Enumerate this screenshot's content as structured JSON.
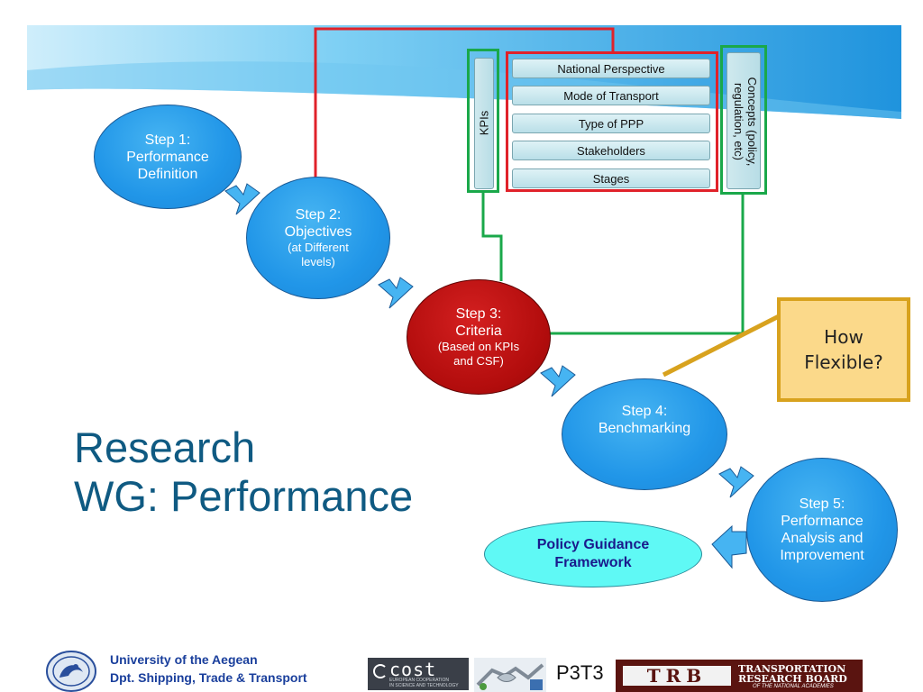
{
  "steps": [
    {
      "id": "step-1",
      "line1": "Step 1:",
      "line2": "Performance",
      "line3": "Definition"
    },
    {
      "id": "step-2",
      "line1": "Step 2:",
      "line2": "Objectives",
      "note1": "(at Different",
      "note2": "levels)"
    },
    {
      "id": "step-3",
      "line1": "Step 3:",
      "line2": "Criteria",
      "note1": "(Based on KPIs",
      "note2": "and CSF)"
    },
    {
      "id": "step-4",
      "line1": "Step 4:",
      "line2": "Benchmarking"
    },
    {
      "id": "step-5",
      "line1": "Step 5:",
      "line2": "Performance",
      "line3": "Analysis and",
      "line4": "Improvement"
    }
  ],
  "criteria_boxes": [
    "National Perspective",
    "Mode of Transport",
    "Type of PPP",
    "Stakeholders",
    "Stages"
  ],
  "kpis_label": "KPIs",
  "concepts_label": {
    "line1": "Concepts (policy,",
    "line2": "regulation, etc)"
  },
  "policy_framework": {
    "line1": "Policy Guidance",
    "line2": "Framework"
  },
  "title": {
    "line1": "Research",
    "line2": "WG: Performance"
  },
  "callout": {
    "line1": "How",
    "line2": "Flexible?"
  },
  "footer": {
    "university_line1": "University of the Aegean",
    "university_line2": "Dpt. Shipping, Trade & Transport",
    "cost_logo": "cost",
    "cost_sub1": "EUROPEAN COOPERATION",
    "cost_sub2": "IN SCIENCE AND TECHNOLOGY",
    "p3t3": "P3T3",
    "trb_mark": "TRB",
    "trb_line1": "TRANSPORTATION",
    "trb_line2": "RESEARCH BOARD",
    "trb_line3": "OF THE NATIONAL ACADEMIES"
  },
  "colors": {
    "step_blue": "#2196e8",
    "step_red": "#b30d0d",
    "connector_red": "#e0222a",
    "connector_green": "#1aa84a",
    "title_blue": "#0f5a82",
    "callout_fill": "#fbd98a",
    "callout_border": "#d8a21e",
    "policy_fill": "#5ff9f5"
  },
  "icons": [
    "university-seal-icon",
    "handshake-icon",
    "flow-arrow-icon"
  ]
}
